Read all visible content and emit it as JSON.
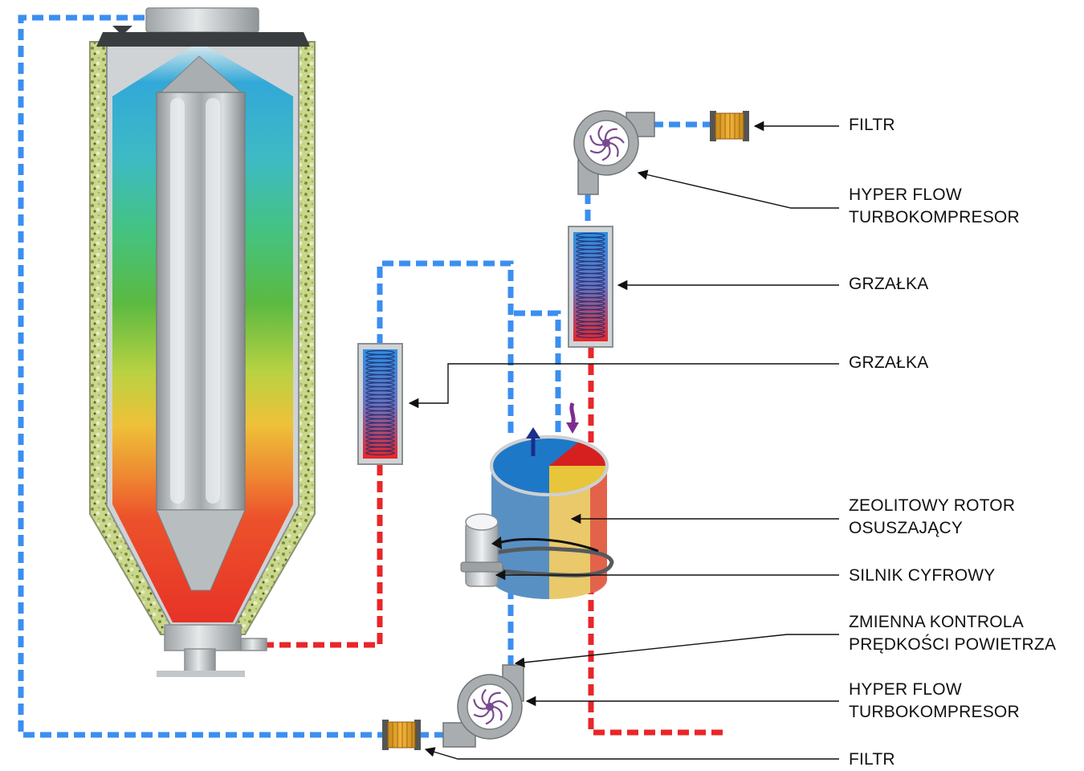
{
  "colors": {
    "cold_line": "#3b8ff0",
    "hot_line": "#e8262a",
    "insulation": "#c9d88a",
    "steel": "#b7bcc0",
    "rotor_blue": "#1e7bd8",
    "rotor_red": "#d62020",
    "rotor_yellow": "#e8c53a"
  },
  "icons": {
    "filter": "filter-cartridge-icon",
    "turbo": "turbo-compressor-icon",
    "heater": "heater-coil-icon",
    "rotor": "zeolite-rotor-icon",
    "motor": "digital-motor-icon",
    "hopper": "drying-hopper-icon"
  },
  "labels": {
    "filtr_top": "FILTR",
    "turbo_top_1": "HYPER FLOW",
    "turbo_top_2": "TURBOKOMPRESOR",
    "grzalka_right": "GRZAŁKA",
    "grzalka_left": "GRZAŁKA",
    "rotor_1": "ZEOLITOWY ROTOR",
    "rotor_2": "OSUSZAJĄCY",
    "silnik": "SILNIK CYFROWY",
    "zmienna_1": "ZMIENNA KONTROLA",
    "zmienna_2": "PRĘDKOŚCI POWIETRZA",
    "turbo_bottom_1": "HYPER FLOW",
    "turbo_bottom_2": "TURBOKOMPRESOR",
    "filtr_bottom": "FILTR"
  }
}
